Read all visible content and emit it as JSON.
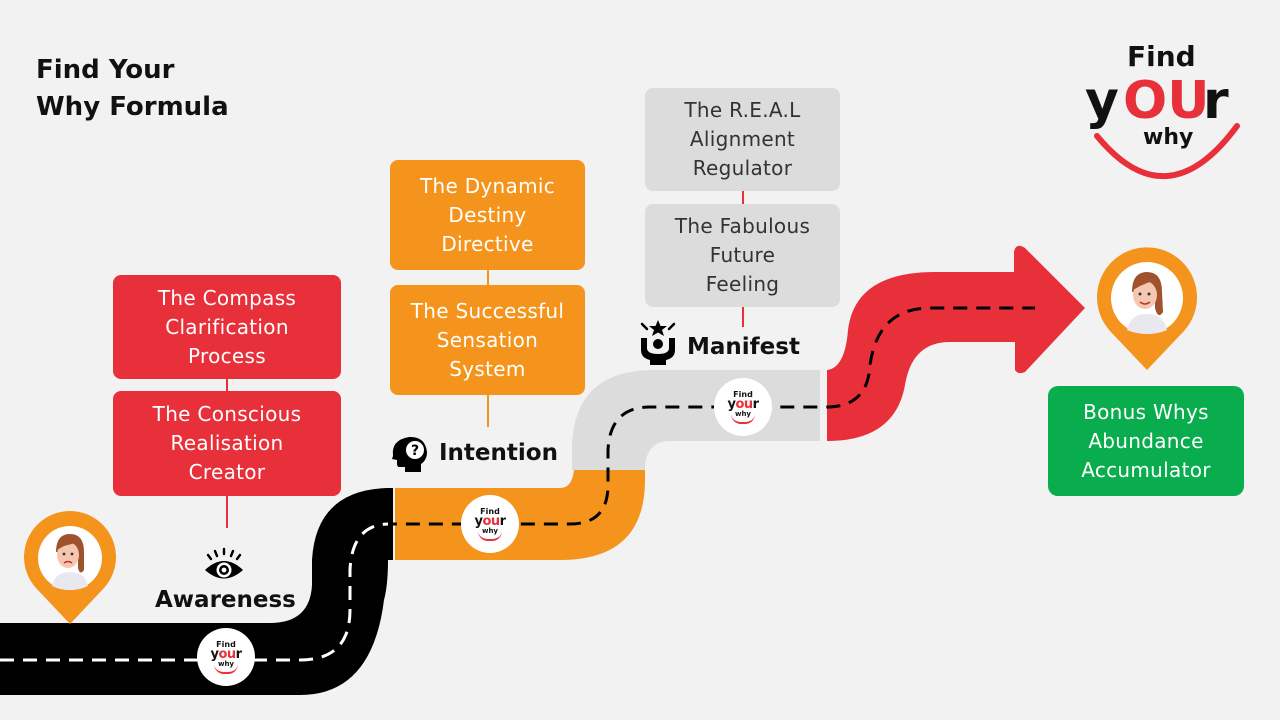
{
  "title": {
    "line1": "Find Your",
    "line2": "Why Formula"
  },
  "brand_logo": {
    "word1": "Find",
    "word2_black_start": "y",
    "word2_red": "OU",
    "word2_black_end": "r",
    "word3": "why"
  },
  "mini_logo": {
    "word1": "Find",
    "y": "y",
    "ou": "ou",
    "r": "r",
    "word3": "why"
  },
  "colors": {
    "red": "#e8303a",
    "orange": "#f4941c",
    "grey": "#dcdcdc",
    "green": "#0aad4e",
    "black": "#000000",
    "background": "#f2f2f2"
  },
  "stages": [
    {
      "name": "Awareness",
      "icon": "eye-icon",
      "color": "#000000",
      "boxes": [
        "The Compass\nClarification\nProcess",
        "The Conscious\nRealisation\nCreator"
      ]
    },
    {
      "name": "Intention",
      "icon": "head-question-icon",
      "color": "#f4941c",
      "boxes": [
        "The Dynamic\nDestiny\nDirective",
        "The Successful\nSensation\nSystem"
      ]
    },
    {
      "name": "Manifest",
      "icon": "person-star-icon",
      "color": "#dcdcdc",
      "boxes": [
        "The R.E.A.L\nAlignment\nRegulator",
        "The Fabulous\nFuture\nFeeling"
      ]
    }
  ],
  "bonus": {
    "label": "Bonus Whys\nAbundance\nAccumulator"
  },
  "markers": {
    "start": "sad-woman-avatar",
    "end": "happy-woman-avatar"
  }
}
